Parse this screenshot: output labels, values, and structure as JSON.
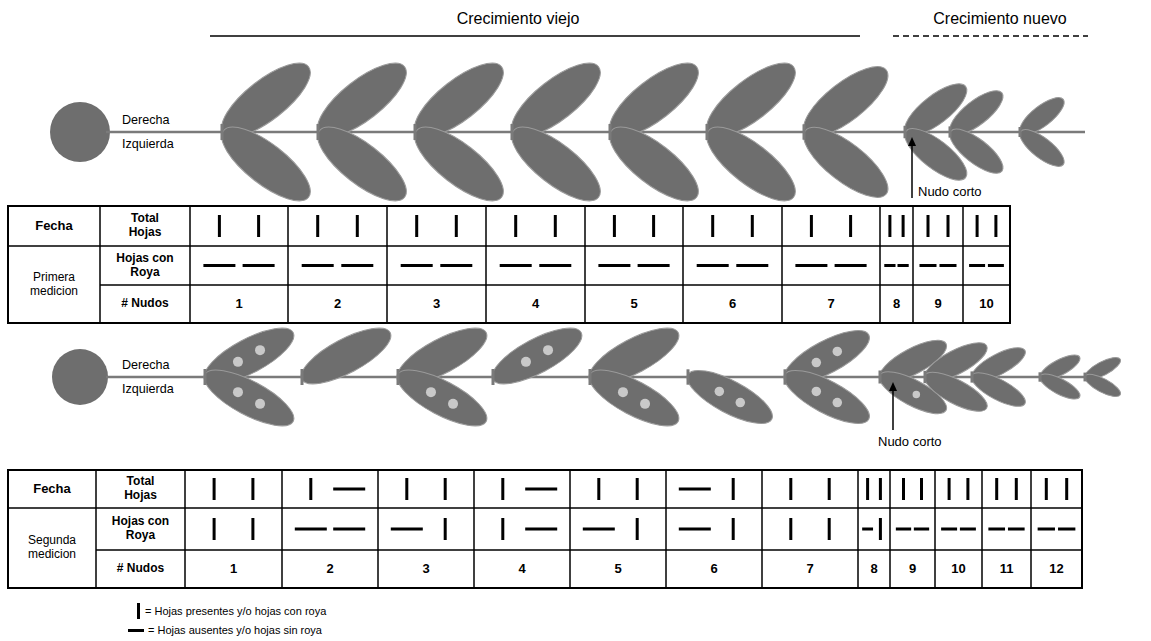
{
  "diagram": {
    "labels": [
      "Crecimiento viejo",
      "Crecimiento nuevo",
      "Derecha",
      "Izquierda",
      "Nudo corto",
      "Fecha",
      "Total Hojas",
      "Primera medicion",
      "Hojas con Roya",
      "# Nudos",
      "1",
      "2",
      "3",
      "4",
      "5",
      "6",
      "7",
      "8",
      "9",
      "10",
      "Derecha",
      "Izquierda",
      "Nudo corto",
      "Fecha",
      "Total Hojas",
      "Segunda medicion",
      "Hojas con Roya",
      "# Nudos",
      "1",
      "2",
      "3",
      "4",
      "5",
      "6",
      "7",
      "8",
      "9",
      "10",
      "11",
      "12"
    ],
    "legend": [
      {
        "text": "= Hojas presentes y/o hojas con roya"
      },
      {
        "text": "= Hojas ausentes y/o hojas sin roya"
      }
    ]
  }
}
